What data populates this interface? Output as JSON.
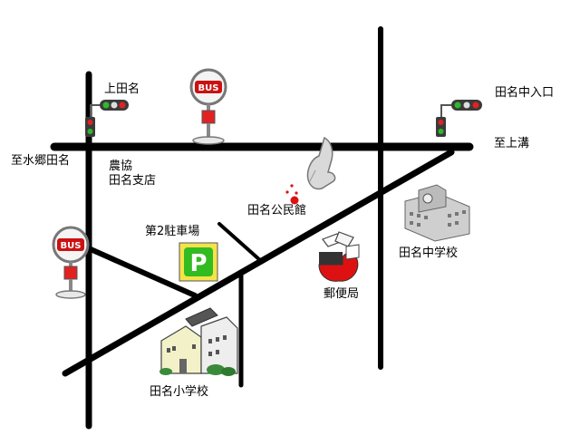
{
  "labels": {
    "kamitana": "上田名",
    "tanaka_iriguchi": "田名中入口",
    "to_mizugo_tana": "至水郷田名",
    "to_kamimizo": "至上溝",
    "nokyo_line1": "農協",
    "nokyo_line2": "田名支店",
    "parking2": "第2駐車場",
    "community_hall": "田名公民館",
    "junior_high": "田名中学校",
    "post_office": "郵便局",
    "elementary": "田名小学校"
  },
  "signs": {
    "bus_text": "BUS",
    "parking_letter": "P"
  },
  "icons": [
    "traffic-light-icon",
    "bus-stop-icon",
    "parking-sign-icon",
    "pointing-hand-icon",
    "school-building-icon",
    "post-office-icon"
  ],
  "colors": {
    "road": "#000000",
    "bus_sign_red": "#cc1111",
    "parking_green": "#33bb22",
    "parking_yellow": "#f5e34a",
    "marker_red": "#dd1111"
  }
}
